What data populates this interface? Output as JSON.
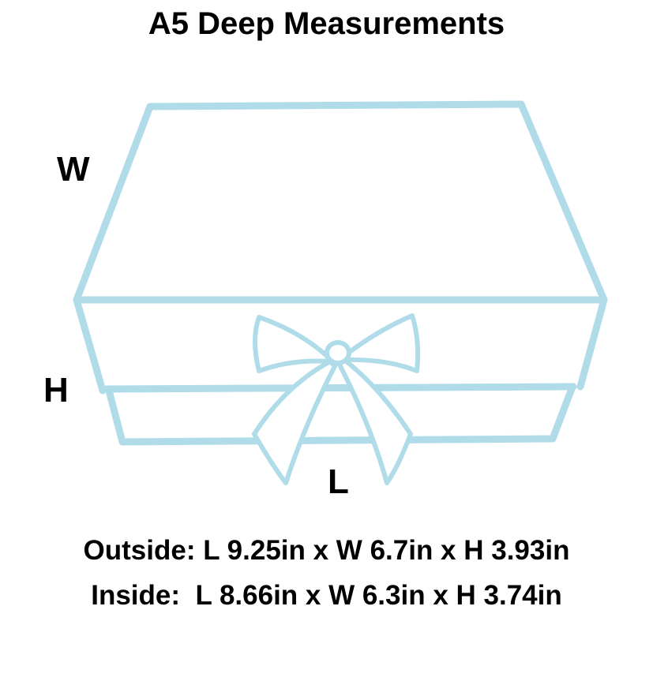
{
  "title": "A5 Deep Measurements",
  "labels": {
    "width": "W",
    "height": "H",
    "length": "L"
  },
  "outside": "Outside: L 9.25in x W 6.7in x H 3.93in",
  "inside": "Inside:  L 8.66in x W 6.3in x H 3.74in",
  "colors": {
    "outline": "#b0dcea",
    "text": "#000000"
  }
}
